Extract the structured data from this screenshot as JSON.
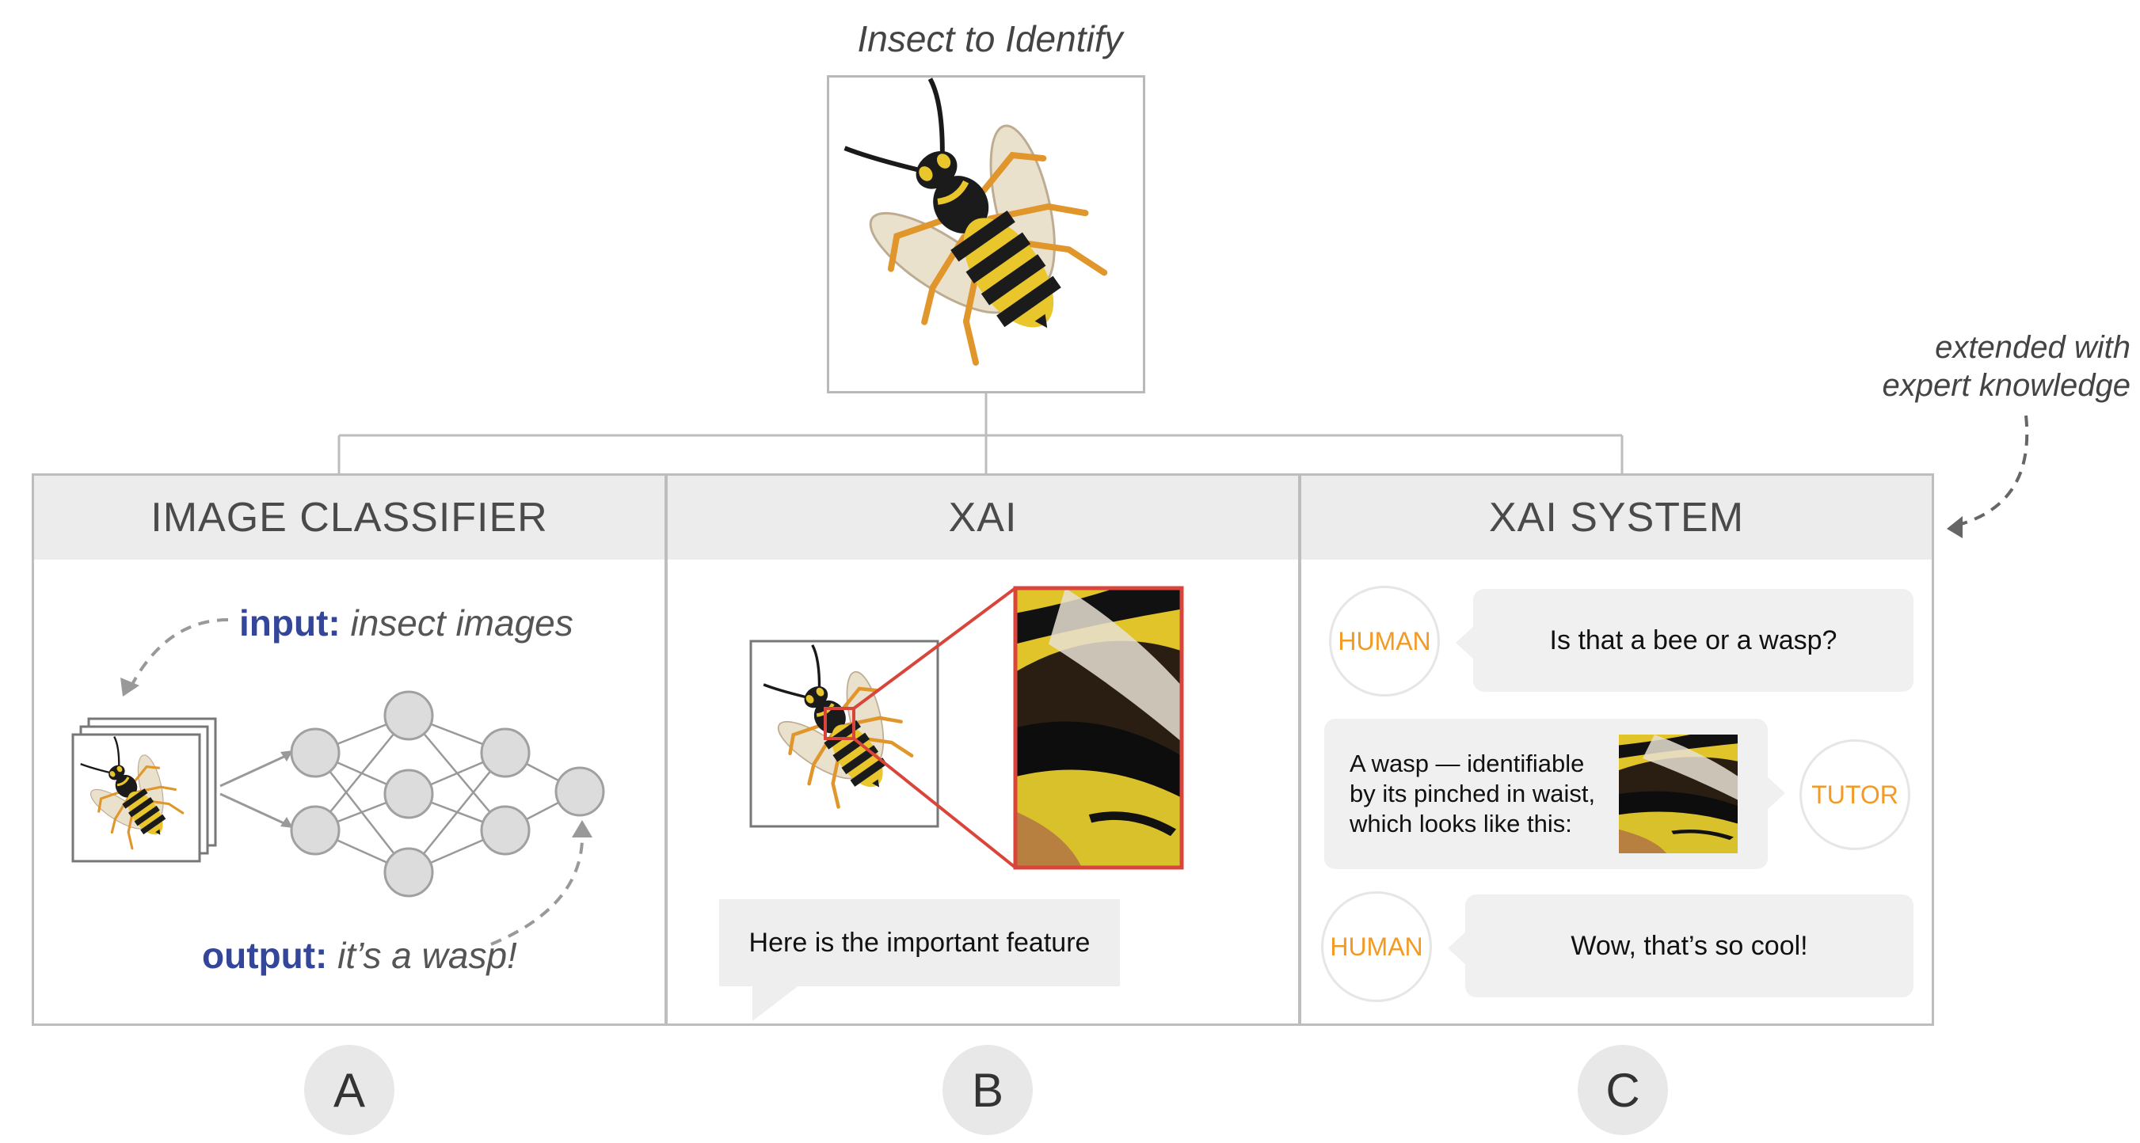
{
  "header": {
    "caption": "Insect to Identify"
  },
  "annotation": {
    "extended_line1": "extended with",
    "extended_line2": "expert knowledge"
  },
  "panels": {
    "a": {
      "title": "IMAGE CLASSIFIER",
      "input_keyword": "input:",
      "input_text": "insect images",
      "output_keyword": "output:",
      "output_text": "it’s a wasp!",
      "letter": "A"
    },
    "b": {
      "title": "XAI",
      "bubble": "Here is the important feature",
      "letter": "B"
    },
    "c": {
      "title": "XAI SYSTEM",
      "letter": "C",
      "roles": {
        "human": "HUMAN",
        "tutor": "TUTOR"
      },
      "messages": [
        {
          "text": "Is that a bee or a wasp?"
        },
        {
          "line1": "A wasp — identifiable",
          "line2": "by its pinched in waist,",
          "line3": "which looks like this:"
        },
        {
          "text": "Wow, that’s so cool!"
        }
      ]
    }
  },
  "colors": {
    "keyword": "#33469a",
    "role": "#f29a24",
    "highlight": "#d9453a",
    "panel_header": "#ececec"
  }
}
